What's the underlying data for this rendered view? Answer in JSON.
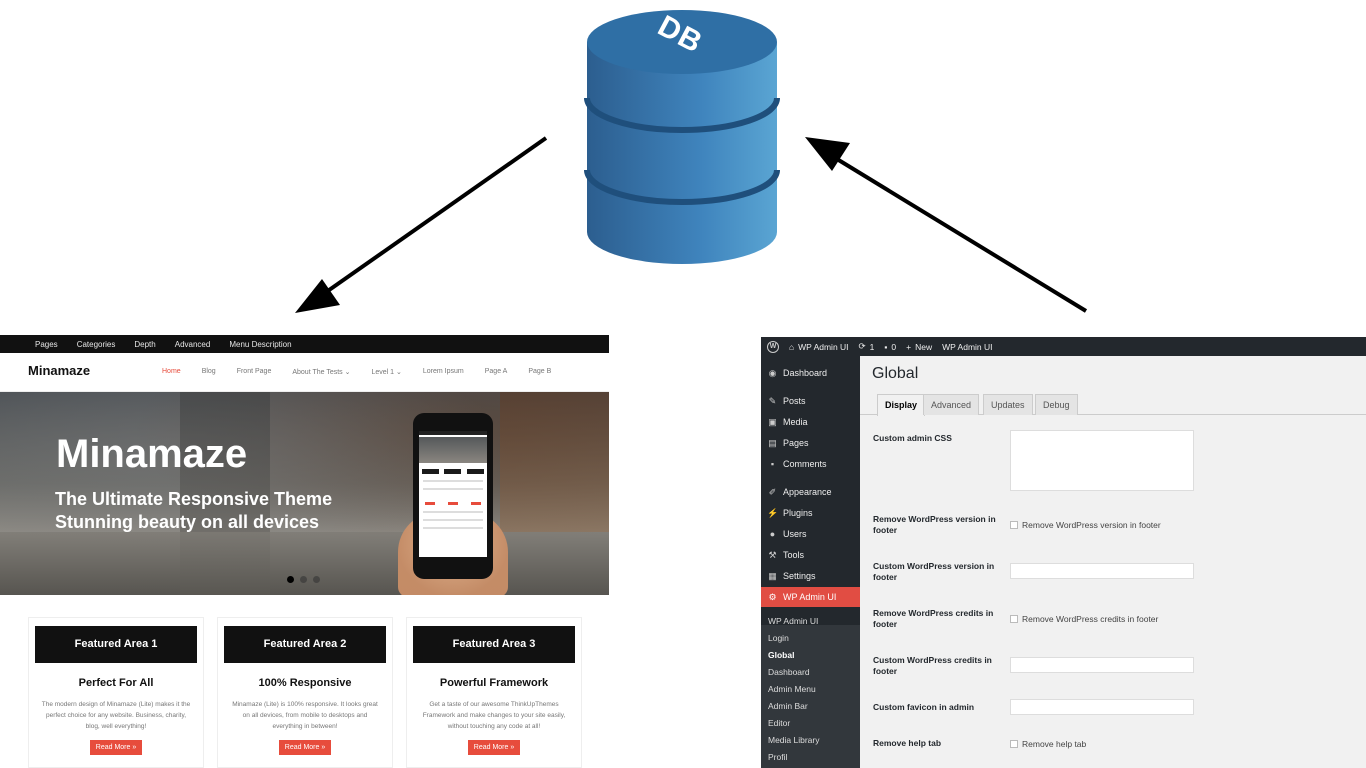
{
  "db_label": "DB",
  "colors": {
    "db_blue": "#3a7ab5",
    "arrow": "#000000",
    "wp_accent": "#e14d43",
    "theme_red": "#e74c3c"
  },
  "theme": {
    "topbar": [
      "Pages",
      "Categories",
      "Depth",
      "Advanced",
      "Menu Description"
    ],
    "logo": "Minamaze",
    "nav": [
      "Home",
      "Blog",
      "Front Page",
      "About The Tests ⌄",
      "Level 1 ⌄",
      "Lorem Ipsum",
      "Page A",
      "Page B"
    ],
    "hero_title": "Minamaze",
    "hero_line1": "The Ultimate Responsive Theme",
    "hero_line2": "Stunning beauty on all devices",
    "features": [
      {
        "title": "Featured Area 1",
        "subtitle": "Perfect For All",
        "body": "The modern design of Minamaze (Lite) makes it the perfect choice for any website. Business, charity, blog, well everything!",
        "button": "Read More »"
      },
      {
        "title": "Featured Area 2",
        "subtitle": "100% Responsive",
        "body": "Minamaze (Lite) is 100% responsive. It looks great on all devices, from mobile to desktops and everything in between!",
        "button": "Read More »"
      },
      {
        "title": "Featured Area 3",
        "subtitle": "Powerful Framework",
        "body": "Get a taste of our awesome ThinkUpThemes Framework and make changes to your site easily, without touching any code at all!",
        "button": "Read More »"
      }
    ]
  },
  "wp": {
    "adminbar": {
      "site": "WP Admin UI",
      "updates": "1",
      "comments": "0",
      "new": "New",
      "plugin": "WP Admin UI"
    },
    "menu": [
      "Dashboard",
      "Posts",
      "Media",
      "Pages",
      "Comments",
      "Appearance",
      "Plugins",
      "Users",
      "Tools",
      "Settings",
      "WP Admin UI"
    ],
    "submenu": [
      "WP Admin UI",
      "Login",
      "Global",
      "Dashboard",
      "Admin Menu",
      "Admin Bar",
      "Editor",
      "Media Library",
      "Profil"
    ],
    "page_title": "Global",
    "tabs": [
      "Display",
      "Advanced",
      "Updates",
      "Debug"
    ],
    "fields": {
      "custom_css": "Custom admin CSS",
      "remove_version": "Remove WordPress version in footer",
      "remove_version_cb": "Remove WordPress version in footer",
      "custom_version": "Custom WordPress version in footer",
      "remove_credits": "Remove WordPress credits in footer",
      "remove_credits_cb": "Remove WordPress credits in footer",
      "custom_credits": "Custom WordPress credits in footer",
      "favicon": "Custom favicon in admin",
      "help_tab": "Remove help tab",
      "help_tab_cb": "Remove help tab"
    }
  }
}
